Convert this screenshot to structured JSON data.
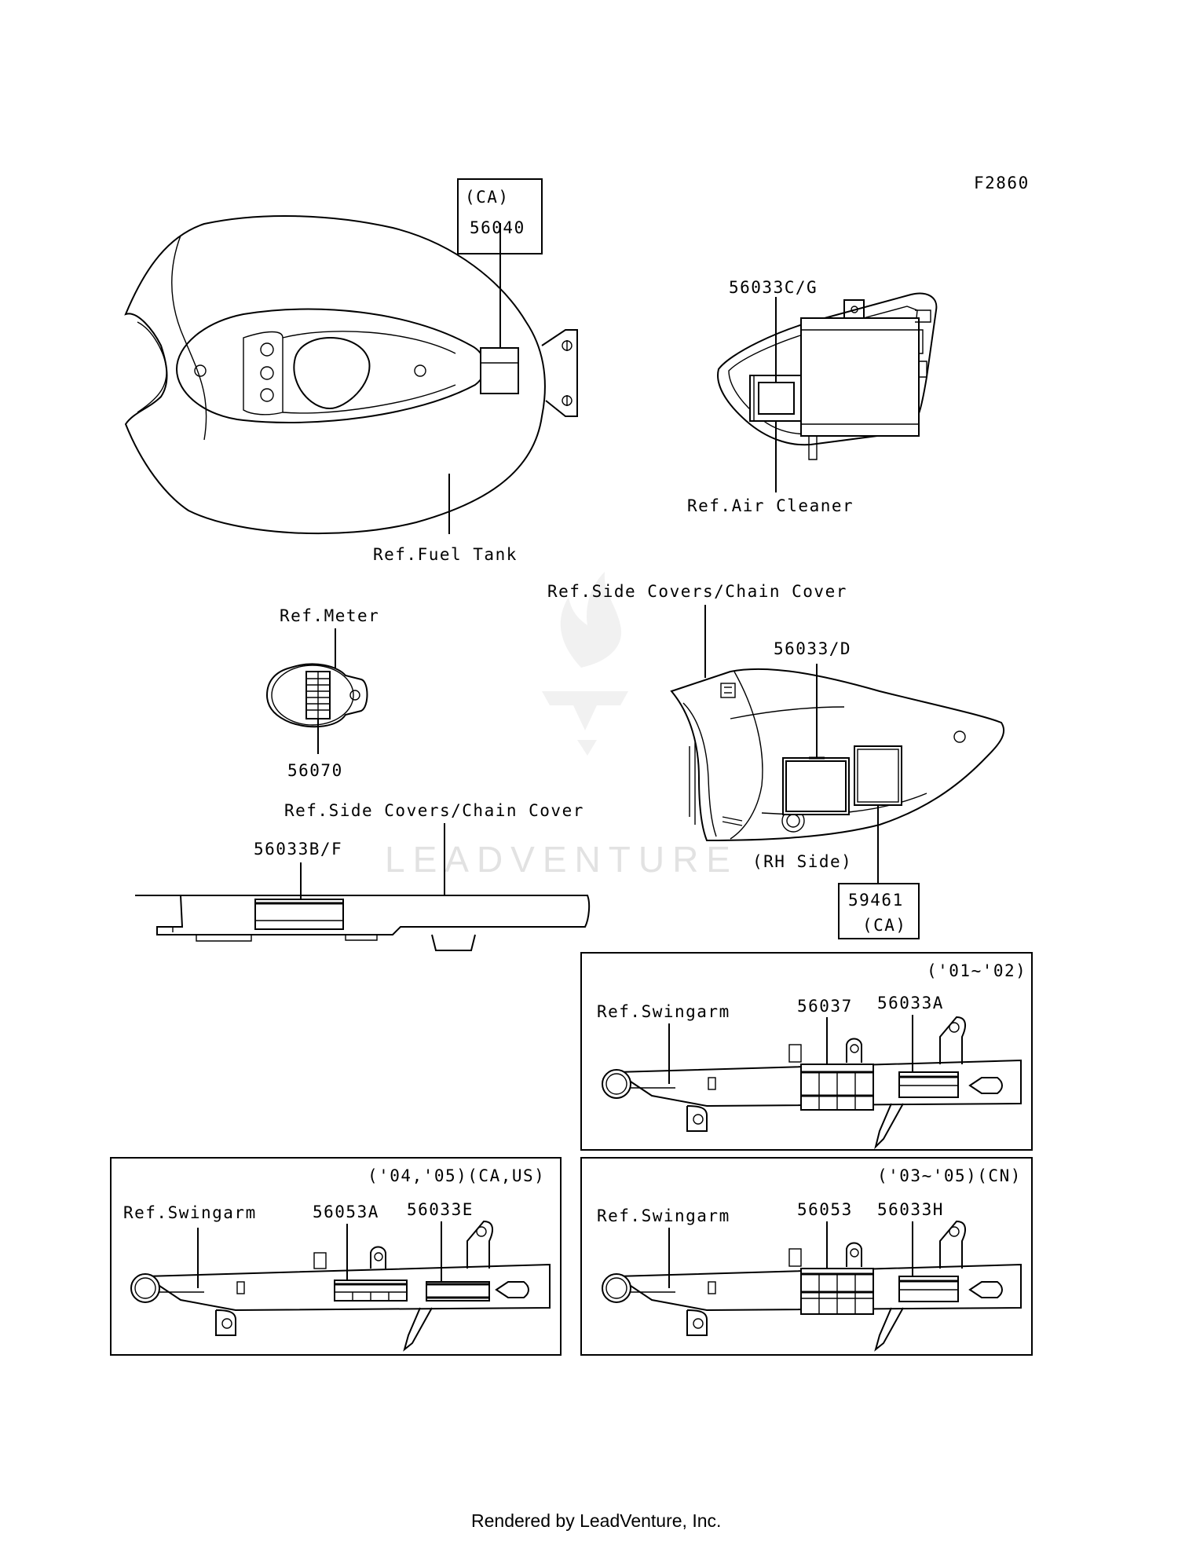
{
  "figure_code": "F2860",
  "watermark": "LEADVENTURE",
  "footer": "Rendered by LeadVenture, Inc.",
  "fuel_tank": {
    "ref_label": "Ref.Fuel Tank",
    "box_region": "(CA)",
    "box_part": "56040"
  },
  "air_cleaner": {
    "part": "56033C/G",
    "ref_label": "Ref.Air Cleaner"
  },
  "meter": {
    "ref_label": "Ref.Meter",
    "part": "56070"
  },
  "side_cover_rh": {
    "ref_label": "Ref.Side Covers/Chain Cover",
    "part": "56033/D",
    "side_label": "(RH Side)",
    "box_part": "59461",
    "box_region": "(CA)"
  },
  "chain_cover": {
    "ref_label": "Ref.Side Covers/Chain Cover",
    "part": "56033B/F"
  },
  "swingarm_01_02": {
    "years": "('01~'02)",
    "ref_label": "Ref.Swingarm",
    "part_a": "56037",
    "part_b": "56033A"
  },
  "swingarm_04_05": {
    "years": "('04,'05)(CA,US)",
    "ref_label": "Ref.Swingarm",
    "part_a": "56053A",
    "part_b": "56033E"
  },
  "swingarm_03_05": {
    "years": "('03~'05)(CN)",
    "ref_label": "Ref.Swingarm",
    "part_a": "56053",
    "part_b": "56033H"
  }
}
